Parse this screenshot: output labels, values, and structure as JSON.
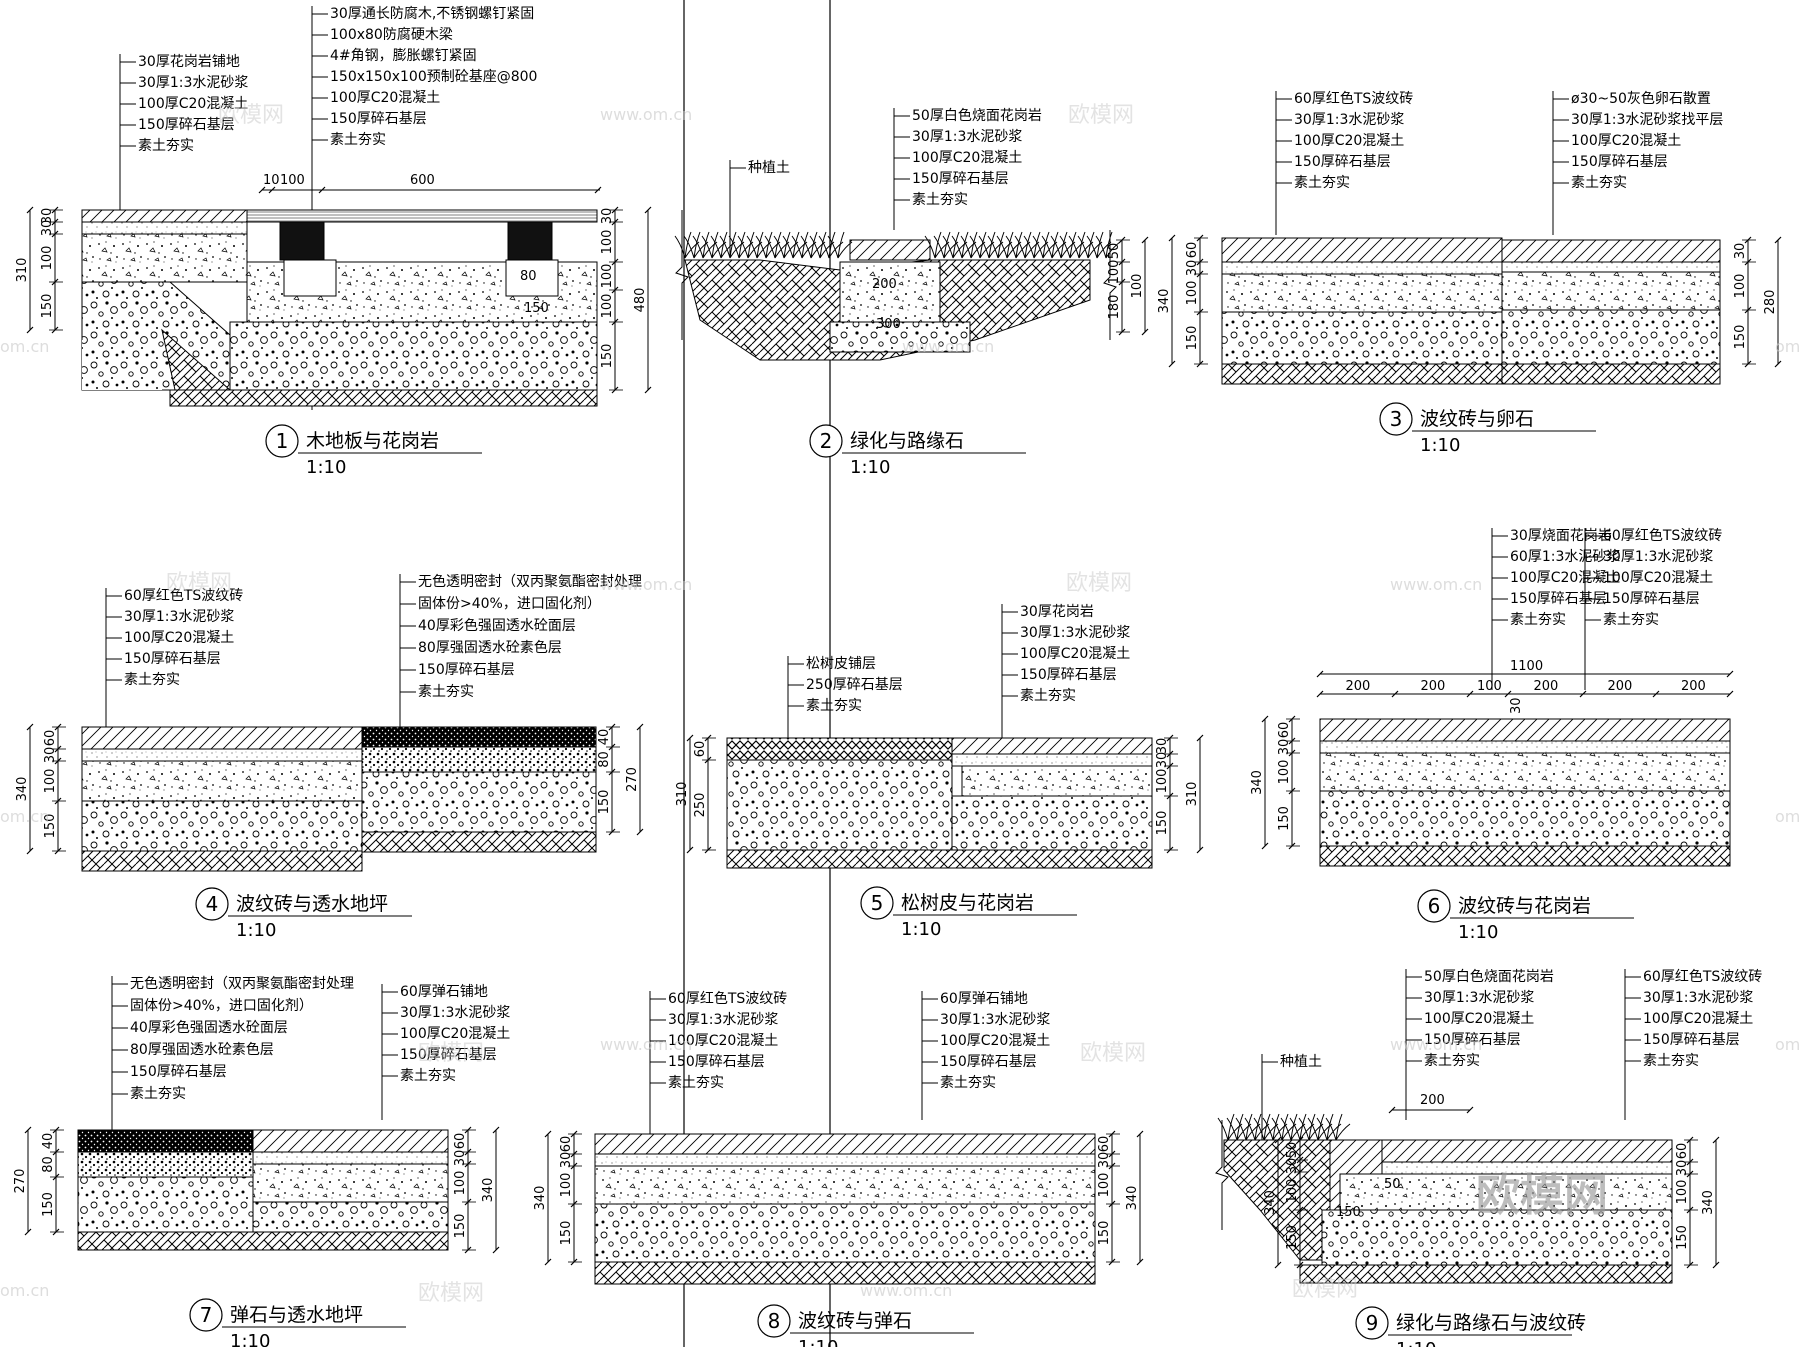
{
  "watermark": {
    "brand": "欧模网",
    "url_small": "www.om.cn",
    "url_partial": "om.cn"
  },
  "details": [
    {
      "number": "1",
      "title": "木地板与花岗岩",
      "scale": "1:10",
      "label_groups": [
        [
          "30厚通长防腐木,不锈钢螺钉紧固",
          "100x80防腐硬木梁",
          "4#角钢，膨胀螺钉紧固",
          "150x150x100预制砼基座@800",
          "100厚C20混凝土",
          "150厚碎石基层",
          "素土夯实"
        ],
        [
          "30厚花岗岩铺地",
          "30厚1:3水泥砂浆",
          "100厚C20混凝土",
          "150厚碎石基层",
          "素土夯实"
        ]
      ],
      "dims_left": [
        "30",
        "30",
        "100",
        "150",
        "310"
      ],
      "dims_right": [
        "30",
        "100",
        "100",
        "100",
        "150",
        "480"
      ],
      "dims_top": [
        "10",
        "100",
        "600"
      ],
      "dims_inner": [
        "80",
        "150"
      ]
    },
    {
      "number": "2",
      "title": "绿化与路缘石",
      "scale": "1:10",
      "label_groups": [
        [
          "种植土"
        ],
        [
          "50厚白色烧面花岗岩",
          "30厚1:3水泥砂浆",
          "100厚C20混凝土",
          "150厚碎石基层",
          "素土夯实"
        ]
      ],
      "dims_right": [
        "50",
        "100",
        "180",
        "100"
      ],
      "dims_inner": [
        "200",
        "300"
      ]
    },
    {
      "number": "3",
      "title": "波纹砖与卵石",
      "scale": "1:10",
      "label_groups": [
        [
          "60厚红色TS波纹砖",
          "30厚1:3水泥砂浆",
          "100厚C20混凝土",
          "150厚碎石基层",
          "素土夯实"
        ],
        [
          "ø30~50灰色卵石散置",
          "30厚1:3水泥砂浆找平层",
          "100厚C20混凝土",
          "150厚碎石基层",
          "素土夯实"
        ]
      ],
      "dims_left": [
        "60",
        "30",
        "100",
        "150",
        "340"
      ],
      "dims_right": [
        "30",
        "100",
        "150",
        "280"
      ]
    },
    {
      "number": "4",
      "title": "波纹砖与透水地坪",
      "scale": "1:10",
      "label_groups": [
        [
          "60厚红色TS波纹砖",
          "30厚1:3水泥砂浆",
          "100厚C20混凝土",
          "150厚碎石基层",
          "素土夯实"
        ],
        [
          "无色透明密封（双丙聚氨酯密封处理",
          "固体份>40%，进口固化剂）",
          "40厚彩色强固透水砼面层",
          "80厚强固透水砼素色层",
          "150厚碎石基层",
          "素土夯实"
        ]
      ],
      "dims_left": [
        "60",
        "30",
        "100",
        "150",
        "340"
      ],
      "dims_right": [
        "40",
        "80",
        "150",
        "270"
      ]
    },
    {
      "number": "5",
      "title": "松树皮与花岗岩",
      "scale": "1:10",
      "label_groups": [
        [
          "松树皮铺层",
          "250厚碎石基层",
          "素土夯实"
        ],
        [
          "30厚花岗岩",
          "30厚1:3水泥砂浆",
          "100厚C20混凝土",
          "150厚碎石基层",
          "素土夯实"
        ]
      ],
      "dims_left": [
        "60",
        "250",
        "310"
      ],
      "dims_right": [
        "30",
        "30",
        "100",
        "150",
        "310"
      ]
    },
    {
      "number": "6",
      "title": "波纹砖与花岗岩",
      "scale": "1:10",
      "label_groups": [
        [
          "30厚烧面花岗岩",
          "60厚1:3水泥砂浆",
          "100厚C20混凝土",
          "150厚碎石基层",
          "素土夯实"
        ],
        [
          "60厚红色TS波纹砖",
          "30厚1:3水泥砂浆",
          "100厚C20混凝土",
          "150厚碎石基层",
          "素土夯实"
        ]
      ],
      "dims_left": [
        "60",
        "30",
        "100",
        "150",
        "340"
      ],
      "dims_top_total": "1100",
      "dims_top": [
        "200",
        "200",
        "100",
        "200",
        "200",
        "200"
      ],
      "dims_inner": [
        "30",
        "30"
      ]
    },
    {
      "number": "7",
      "title": "弹石与透水地坪",
      "scale": "1:10",
      "label_groups": [
        [
          "无色透明密封（双丙聚氨酯密封处理",
          "固体份>40%，进口固化剂）",
          "40厚彩色强固透水砼面层",
          "80厚强固透水砼素色层",
          "150厚碎石基层",
          "素土夯实"
        ],
        [
          "60厚弹石铺地",
          "30厚1:3水泥砂浆",
          "100厚C20混凝土",
          "150厚碎石基层",
          "素土夯实"
        ]
      ],
      "dims_left": [
        "40",
        "80",
        "150",
        "270"
      ],
      "dims_right": [
        "60",
        "30",
        "100",
        "150",
        "340"
      ]
    },
    {
      "number": "8",
      "title": "波纹砖与弹石",
      "scale": "1:10",
      "label_groups": [
        [
          "60厚红色TS波纹砖",
          "30厚1:3水泥砂浆",
          "100厚C20混凝土",
          "150厚碎石基层",
          "素土夯实"
        ],
        [
          "60厚弹石铺地",
          "30厚1:3水泥砂浆",
          "100厚C20混凝土",
          "150厚碎石基层",
          "素土夯实"
        ]
      ],
      "dims_left": [
        "60",
        "30",
        "100",
        "150",
        "340"
      ],
      "dims_right": [
        "60",
        "30",
        "100",
        "150",
        "340"
      ]
    },
    {
      "number": "9",
      "title": "绿化与路缘石与波纹砖",
      "scale": "1:10",
      "label_groups": [
        [
          "种植土"
        ],
        [
          "50厚白色烧面花岗岩",
          "30厚1:3水泥砂浆",
          "100厚C20混凝土",
          "150厚碎石基层",
          "素土夯实"
        ],
        [
          "60厚红色TS波纹砖",
          "30厚1:3水泥砂浆",
          "100厚C20混凝土",
          "150厚碎石基层",
          "素土夯实"
        ]
      ],
      "dims_left": [
        "50",
        "30",
        "100",
        "150",
        "340"
      ],
      "dims_right": [
        "60",
        "30",
        "100",
        "150",
        "340"
      ],
      "dims_inner": [
        "200",
        "50",
        "150"
      ]
    }
  ]
}
